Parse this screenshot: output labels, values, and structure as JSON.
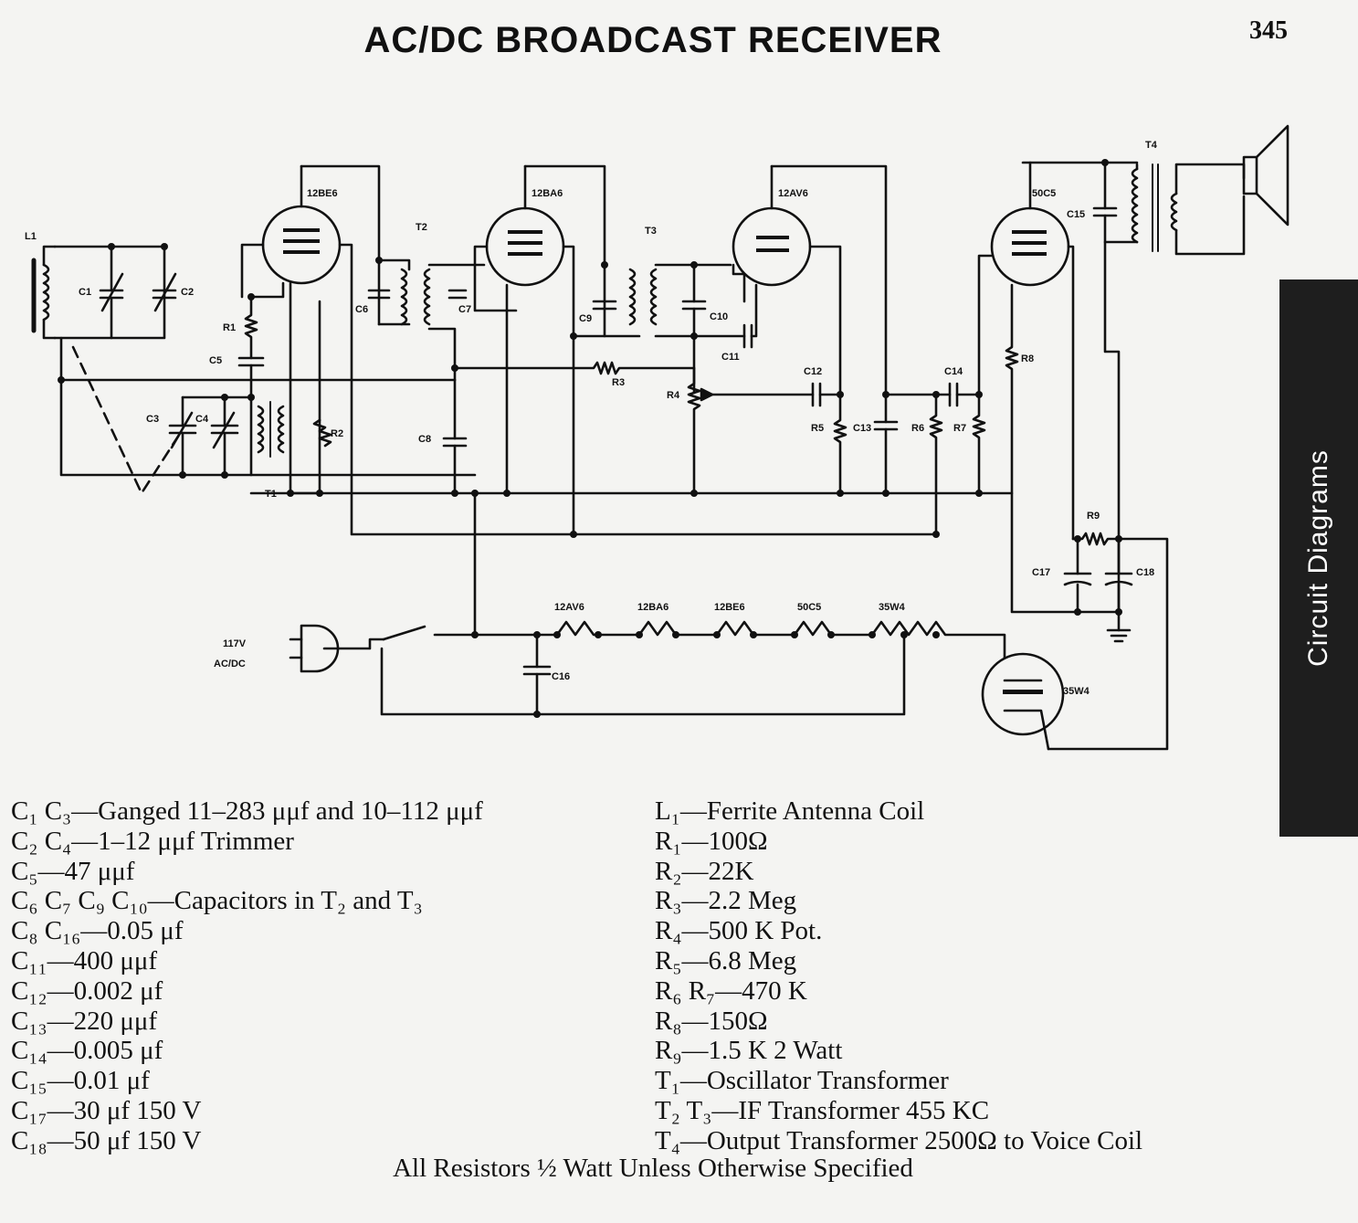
{
  "header": {
    "title": "AC/DC BROADCAST RECEIVER",
    "page_number": "345"
  },
  "side_tab": {
    "label": "Circuit Diagrams"
  },
  "diagram_labels": {
    "tubes": [
      "12BE6",
      "12BA6",
      "12AV6",
      "50C5",
      "35W4"
    ],
    "heater_string": [
      "12AV6",
      "12BA6",
      "12BE6",
      "50C5",
      "35W4"
    ],
    "power": [
      "117V",
      "AC/DC"
    ],
    "components": [
      "L1",
      "C1",
      "C2",
      "C3",
      "C4",
      "C5",
      "C6",
      "C7",
      "C8",
      "C9",
      "C10",
      "C11",
      "C12",
      "C13",
      "C14",
      "C15",
      "C16",
      "C17",
      "C18",
      "R1",
      "R2",
      "R3",
      "R4",
      "R5",
      "R6",
      "R7",
      "R8",
      "R9",
      "T1",
      "T2",
      "T3",
      "T4"
    ]
  },
  "parts_left": [
    "C₁ C₃—Ganged 11–283 μμf and 10–112 μμf",
    "C₂ C₄—1–12 μμf Trimmer",
    "C₅—47 μμf",
    "C₆ C₇ C₉ C₁₀—Capacitors in T₂ and T₃",
    "C₈ C₁₆—0.05 μf",
    "C₁₁—400 μμf",
    "C₁₂—0.002 μf",
    "C₁₃—220 μμf",
    "C₁₄—0.005 μf",
    "C₁₅—0.01 μf",
    "C₁₇—30 μf 150 V",
    "C₁₈—50 μf 150 V"
  ],
  "parts_right": [
    "L₁—Ferrite Antenna Coil",
    "R₁—100Ω",
    "R₂—22K",
    "R₃—2.2 Meg",
    "R₄—500 K Pot.",
    "R₅—6.8 Meg",
    "R₆ R₇—470 K",
    "R₈—150Ω",
    "R₉—1.5 K 2 Watt",
    "T₁—Oscillator Transformer",
    "T₂ T₃—IF Transformer 455 KC",
    "T₄—Output Transformer 2500Ω to Voice Coil"
  ],
  "footer": "All Resistors ½ Watt Unless Otherwise Specified"
}
